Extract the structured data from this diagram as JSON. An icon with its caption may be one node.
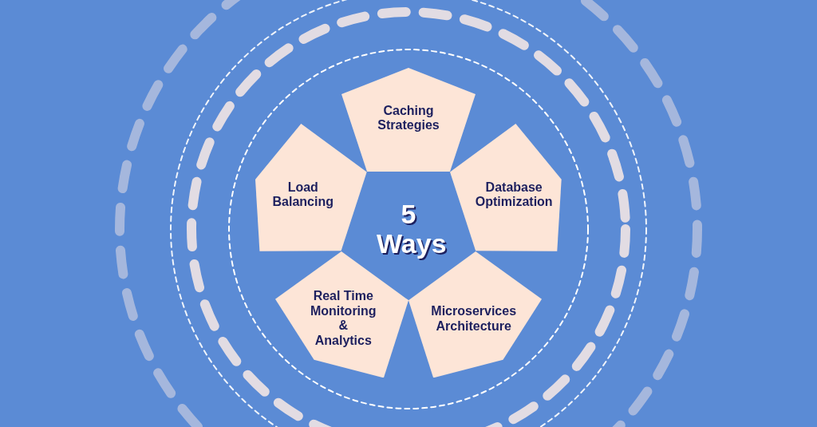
{
  "diagram": {
    "title": "5 Ways",
    "nodes": [
      {
        "text": [
          "Caching Strategies"
        ]
      },
      {
        "text": [
          "Load Balancing"
        ]
      },
      {
        "text": [
          "Database Optimization"
        ]
      },
      {
        "text": [
          "Real Time Monitoring & Analytics"
        ]
      },
      {
        "text": [
          "Microservices Architecture"
        ]
      }
    ],
    "edges": []
  }
}
